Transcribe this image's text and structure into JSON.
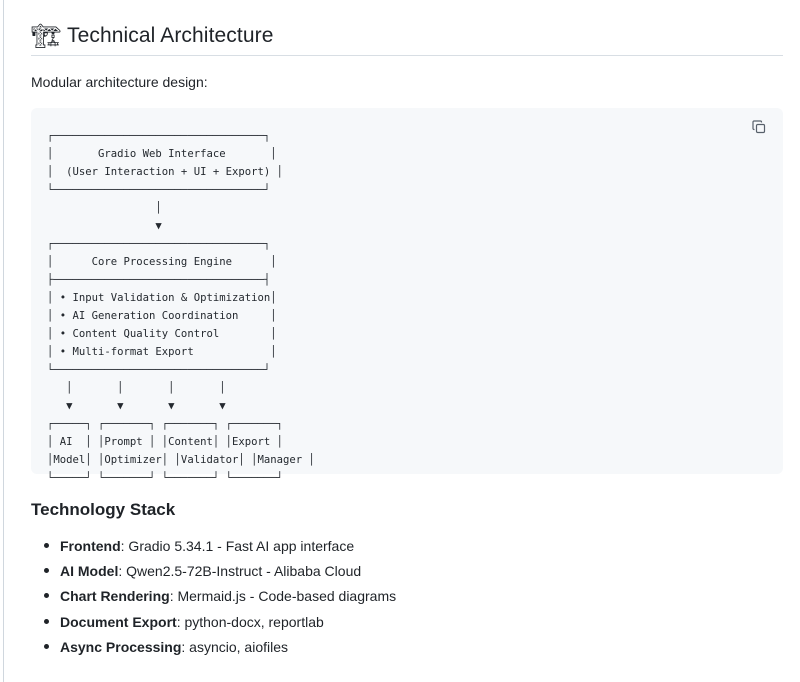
{
  "heading": {
    "icon": "building-construction-emoji",
    "icon_glyph": "🏗",
    "title": "Technical Architecture"
  },
  "intro": "Modular architecture design:",
  "code_block": {
    "copy_icon": "copy-icon",
    "content": "┌─────────────────────────────────┐\n│       Gradio Web Interface       │\n│  (User Interaction + UI + Export) │\n└─────────────────────────────────┘\n                 │\n                 ▼\n┌─────────────────────────────────┐\n│      Core Processing Engine      │\n├─────────────────────────────────┤\n│ • Input Validation & Optimization│\n│ • AI Generation Coordination     │\n│ • Content Quality Control        │\n│ • Multi-format Export            │\n└─────────────────────────────────┘\n   │       │       │       │\n   ▼       ▼       ▼       ▼\n┌─────┐ ┌───────┐ ┌───────┐ ┌───────┐\n│ AI  │ │Prompt │ │Content│ │Export │\n│Model│ │Optimizer│ │Validator│ │Manager │\n└─────┘ └───────┘ └───────┘ └───────┘"
  },
  "stack_section": {
    "title": "Technology Stack",
    "items": [
      {
        "label": "Frontend",
        "text": ": Gradio 5.34.1 - Fast AI app interface"
      },
      {
        "label": "AI Model",
        "text": ": Qwen2.5-72B-Instruct - Alibaba Cloud"
      },
      {
        "label": "Chart Rendering",
        "text": ": Mermaid.js - Code-based diagrams"
      },
      {
        "label": "Document Export",
        "text": ": python-docx, reportlab"
      },
      {
        "label": "Async Processing",
        "text": ": asyncio, aiofiles"
      }
    ]
  }
}
